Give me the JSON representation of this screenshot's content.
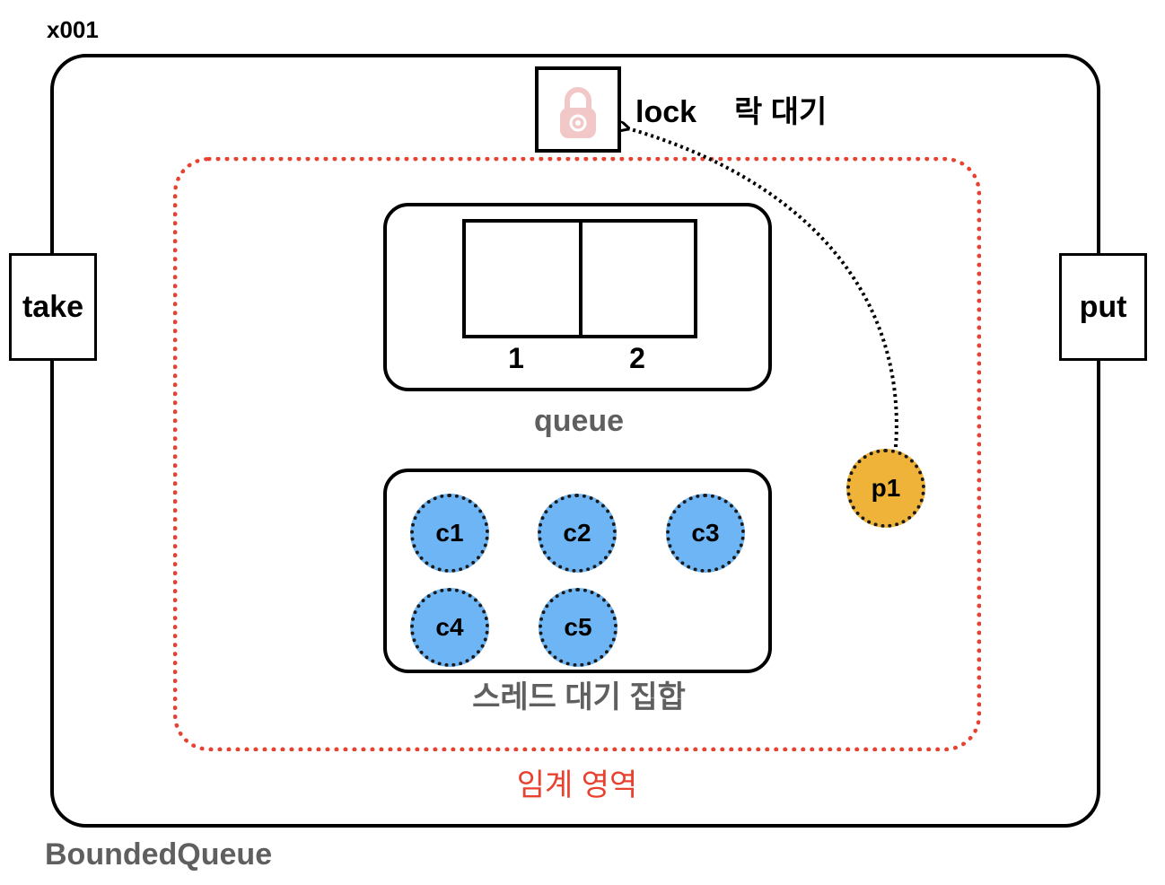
{
  "instance_id": "x001",
  "class_name": "BoundedQueue",
  "ports": {
    "take": "take",
    "put": "put"
  },
  "lock": {
    "label": "lock",
    "wait_label": "락 대기"
  },
  "queue": {
    "label": "queue",
    "slots": [
      "1",
      "2"
    ]
  },
  "wait_set": {
    "label": "스레드 대기 집합",
    "threads": [
      "c1",
      "c2",
      "c3",
      "c4",
      "c5"
    ]
  },
  "producer": {
    "label": "p1"
  },
  "critical_section": {
    "label": "임계 영역"
  },
  "colors": {
    "consumer": "#6db5f5",
    "producer": "#f0b33a",
    "critical_section": "#e8412f",
    "lock_icon": "#f2c7c7",
    "gray_text": "#5f5f5f"
  },
  "icons": {
    "lock": "lock-icon",
    "arrow": "dotted-arrow"
  }
}
